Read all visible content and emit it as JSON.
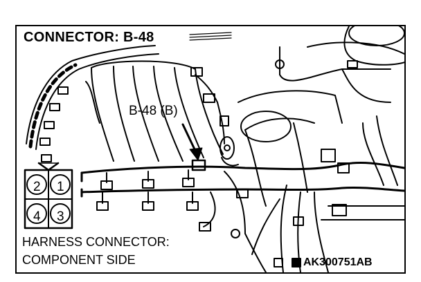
{
  "diagram": {
    "title": "CONNECTOR: B-48",
    "callout": "B-48 (B)",
    "caption_line1": "HARNESS CONNECTOR:",
    "caption_line2": "COMPONENT SIDE",
    "figure_code": "AK300751AB",
    "pins": [
      "1",
      "2",
      "3",
      "4"
    ]
  }
}
